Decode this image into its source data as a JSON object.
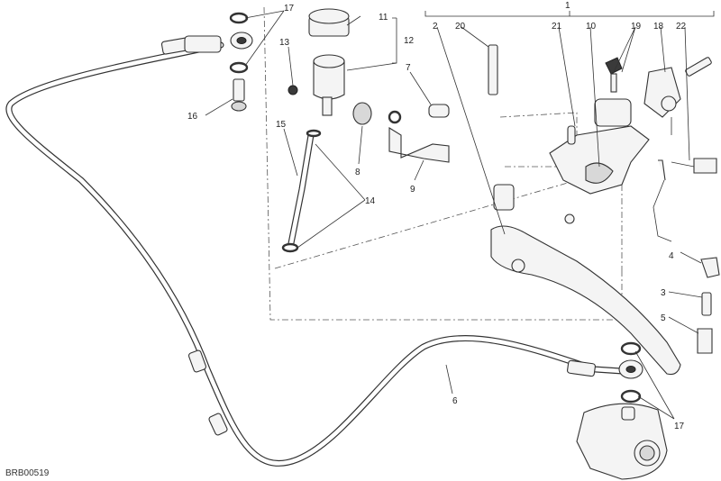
{
  "diagram": {
    "code": "BRB00519",
    "labels": [
      {
        "id": "1",
        "text": "1"
      },
      {
        "id": "2",
        "text": "2"
      },
      {
        "id": "3",
        "text": "3"
      },
      {
        "id": "4",
        "text": "4"
      },
      {
        "id": "5",
        "text": "5"
      },
      {
        "id": "6",
        "text": "6"
      },
      {
        "id": "7",
        "text": "7"
      },
      {
        "id": "8",
        "text": "8"
      },
      {
        "id": "9",
        "text": "9"
      },
      {
        "id": "10",
        "text": "10"
      },
      {
        "id": "11",
        "text": "11"
      },
      {
        "id": "12",
        "text": "12"
      },
      {
        "id": "13",
        "text": "13"
      },
      {
        "id": "14",
        "text": "14"
      },
      {
        "id": "15",
        "text": "15"
      },
      {
        "id": "16",
        "text": "16"
      },
      {
        "id": "17a",
        "text": "17"
      },
      {
        "id": "17b",
        "text": "17"
      },
      {
        "id": "18",
        "text": "18"
      },
      {
        "id": "19",
        "text": "19"
      },
      {
        "id": "20",
        "text": "20"
      },
      {
        "id": "21",
        "text": "21"
      },
      {
        "id": "22",
        "text": "22"
      }
    ]
  }
}
